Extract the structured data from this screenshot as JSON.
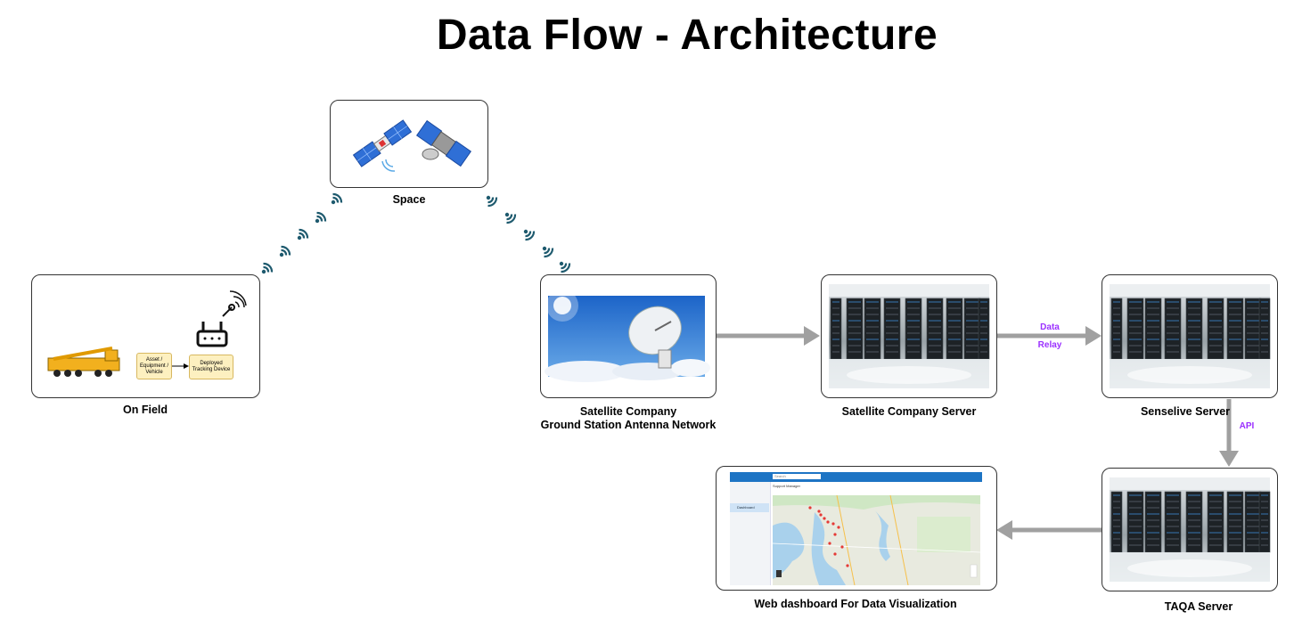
{
  "title": "Data Flow - Architecture",
  "nodes": {
    "space": {
      "label": "Space"
    },
    "on_field": {
      "label": "On Field",
      "asset_label": "Asset / Equipment / Vehicle",
      "device_label": "Deployed Tracking Device"
    },
    "ground_station": {
      "label_line1": "Satellite Company",
      "label_line2": "Ground Station Antenna Network"
    },
    "satellite_server": {
      "label": "Satellite Company Server"
    },
    "senselive_server": {
      "label": "Senselive Server"
    },
    "taqa_server": {
      "label": "TAQA Server"
    },
    "dashboard": {
      "label": "Web dashboard For Data Visualization",
      "search_placeholder": "Search",
      "page_heading": "Support Manager",
      "nav_item": "Dashboard"
    }
  },
  "edges": {
    "relay_line1": "Data",
    "relay_line2": "Relay",
    "api": "API"
  },
  "colors": {
    "arrow": "#a0a0a0",
    "edge_label": "#9b30ff",
    "wifi": "#1e5a6e"
  }
}
